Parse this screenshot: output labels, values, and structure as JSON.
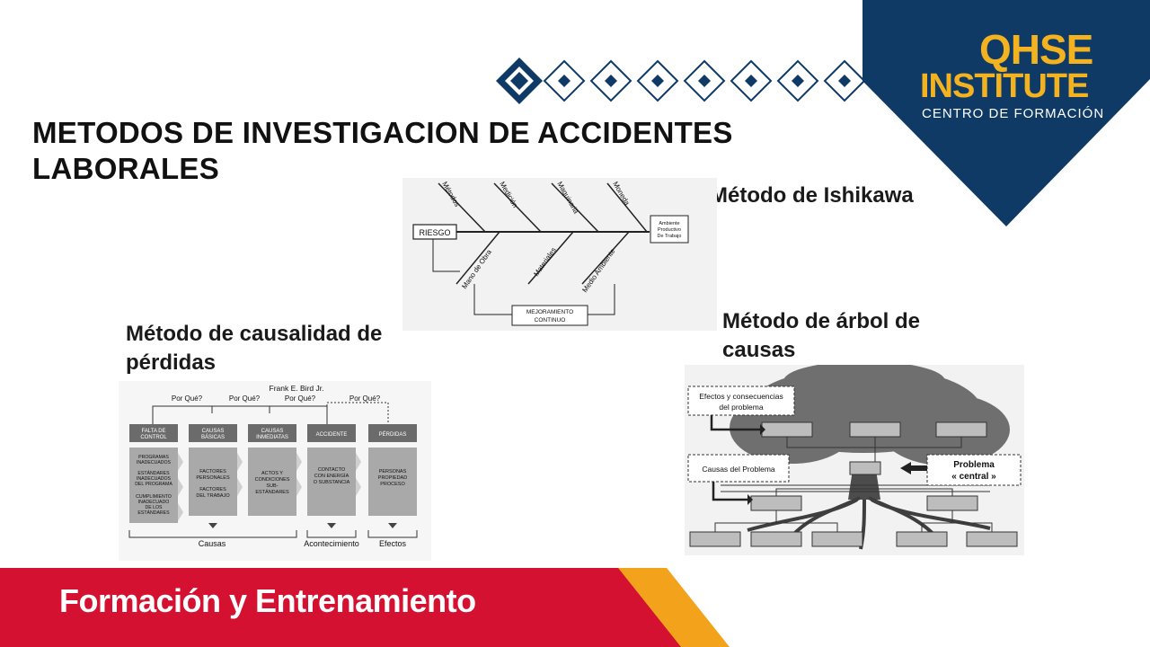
{
  "slide": {
    "title_line1": "METODOS DE INVESTIGACION DE ACCIDENTES",
    "title_line2": "LABORALES"
  },
  "logo": {
    "line1": "QHSE",
    "line2": "INSTITUTE",
    "subtitle": "CENTRO DE FORMACIÓN"
  },
  "methods": {
    "ishikawa": "Método de Ishikawa",
    "causalidad_line1": "Método de causalidad de",
    "causalidad_line2": "pérdidas",
    "arbol_line1": "Método de árbol de",
    "arbol_line2": "causas"
  },
  "ishikawa_diagram": {
    "head": "RIESGO",
    "tail_line1": "Ambiente",
    "tail_line2": "Productivo",
    "tail_line3": "De Trabajo",
    "bones_top": [
      "Métodos",
      "Medición",
      "Maquinaria",
      "Moneda"
    ],
    "bones_bottom": [
      "Mano de Obra",
      "Materiales",
      "Medio Ambiente"
    ],
    "loop_line1": "MEJORAMIENTO",
    "loop_line2": "CONTINUO"
  },
  "bird_diagram": {
    "author": "Frank E. Bird Jr.",
    "why": [
      "Por Qué?",
      "Por Qué?",
      "Por Qué?",
      "Por Qué?"
    ],
    "headers": [
      {
        "l1": "FALTA DE",
        "l2": "CONTROL"
      },
      {
        "l1": "CAUSAS",
        "l2": "BÁSICAS"
      },
      {
        "l1": "CAUSAS",
        "l2": "INMEDIATAS"
      },
      {
        "l1": "ACCIDENTE",
        "l2": ""
      },
      {
        "l1": "PÉRDIDAS",
        "l2": ""
      }
    ],
    "col1_text": [
      "PROGRAMAS",
      "INADECUADOS",
      "",
      "ESTÁNDARES",
      "INADECUADOS",
      "DEL PROGRAMA",
      "",
      "CUMPLIMIENTO",
      "INADECUADO",
      "DE LOS",
      "ESTÁNDARES"
    ],
    "col2_text": [
      "FACTORES",
      "PERSONALES",
      "",
      "FACTORES",
      "DEL TRABAJO"
    ],
    "col3_text": [
      "ACTOS Y",
      "CONDICIONES",
      "SUB-",
      "ESTÁNDARES"
    ],
    "col4_text": [
      "CONTACTO",
      "CON ENERGÍA",
      "O SUBSTANCIA"
    ],
    "col5_text": [
      "PERSONAS",
      "PROPIEDAD",
      "PROCESO"
    ],
    "bottom_labels": [
      "Causas",
      "Acontecimiento",
      "Efectos"
    ]
  },
  "tree_diagram": {
    "effects_line1": "Efectos y consecuencias",
    "effects_line2": "del problema",
    "causes_label": "Causas del Problema",
    "central_line1": "Problema",
    "central_line2": "« central »"
  },
  "footer": {
    "text": "Formación y Entrenamiento"
  },
  "colors": {
    "navy": "#0f3a66",
    "gold": "#f3b321",
    "red": "#d41130",
    "orange": "#f2a21b"
  }
}
